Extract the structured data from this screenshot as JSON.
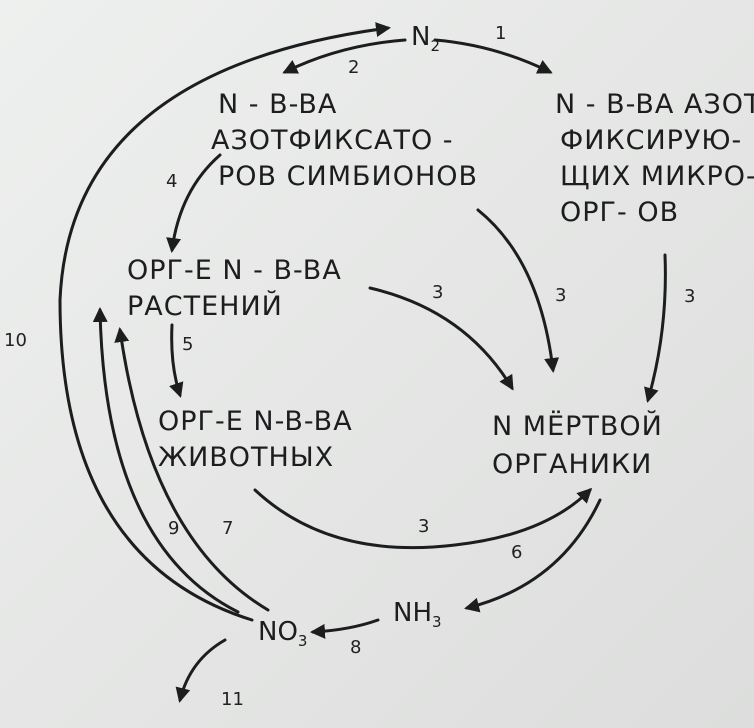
{
  "formulas": {
    "n2": {
      "base": "N",
      "sub": "2"
    },
    "nh3": {
      "base": "NH",
      "sub": "3"
    },
    "no3": {
      "base": "NO",
      "sub": "3"
    }
  },
  "nodes": {
    "symbionts": [
      "N - B-BA",
      "АЗОТФИКСАТО -",
      "РОВ СИМБИОНОВ"
    ],
    "free_fixers": [
      "N - B-BA АЗОТ-",
      "ФИКСИРУЮ-",
      "ЩИХ МИКРО-",
      "ОРГ- ОВ"
    ],
    "plants": [
      "ОРГ-Е N - B-BA",
      "РАСТЕНИЙ"
    ],
    "animals": [
      "ОРГ-Е N-B-BA",
      "ЖИВОТНЫХ"
    ],
    "dead": [
      "N МЁРТВОЙ",
      "ОРГАНИКИ"
    ]
  },
  "arrow_numbers": {
    "n1": "1",
    "n2": "2",
    "n3a": "3",
    "n3b": "3",
    "n3c": "3",
    "n3d": "3",
    "n4": "4",
    "n5": "5",
    "n6": "6",
    "n7": "7",
    "n8": "8",
    "n9": "9",
    "n10": "10",
    "n11": "11"
  }
}
